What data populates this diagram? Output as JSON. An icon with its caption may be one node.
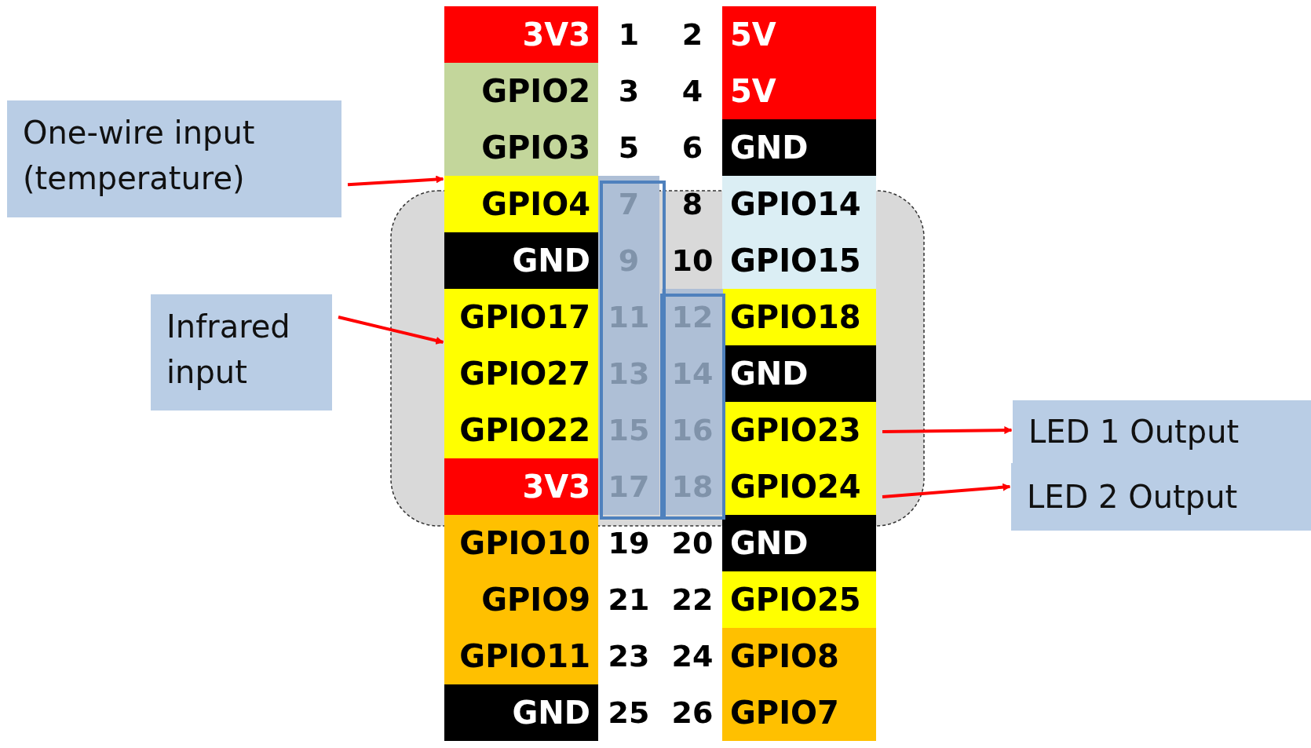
{
  "diagram": {
    "nodes": [
      {
        "text": [
          "One-wire input (temperature)"
        ]
      },
      {
        "text": [
          "Infrared input"
        ]
      },
      {
        "text": [
          "LED 1 Output"
        ]
      },
      {
        "text": [
          "LED 2 Output"
        ]
      },
      {
        "text": [
          "3V3"
        ]
      },
      {
        "text": [
          "5V"
        ]
      },
      {
        "text": [
          "GPIO2"
        ]
      },
      {
        "text": [
          "5V"
        ]
      },
      {
        "text": [
          "GPIO3"
        ]
      },
      {
        "text": [
          "GND"
        ]
      },
      {
        "text": [
          "GPIO4"
        ]
      },
      {
        "text": [
          "GPIO14"
        ]
      },
      {
        "text": [
          "GND"
        ]
      },
      {
        "text": [
          "GPIO15"
        ]
      },
      {
        "text": [
          "GPIO17"
        ]
      },
      {
        "text": [
          "GPIO18"
        ]
      },
      {
        "text": [
          "GPIO27"
        ]
      },
      {
        "text": [
          "GND"
        ]
      },
      {
        "text": [
          "GPIO22"
        ]
      },
      {
        "text": [
          "GPIO23"
        ]
      },
      {
        "text": [
          "3V3"
        ]
      },
      {
        "text": [
          "GPIO24"
        ]
      },
      {
        "text": [
          "GPIO10"
        ]
      },
      {
        "text": [
          "GND"
        ]
      },
      {
        "text": [
          "GPIO9"
        ]
      },
      {
        "text": [
          "GPIO25"
        ]
      },
      {
        "text": [
          "GPIO11"
        ]
      },
      {
        "text": [
          "GPIO8"
        ]
      },
      {
        "text": [
          "GND"
        ]
      },
      {
        "text": [
          "GPIO7"
        ]
      }
    ],
    "edges": [
      {
        "from": 0,
        "to": 10,
        "arrow": "to"
      },
      {
        "from": 1,
        "to": 14,
        "arrow": "to"
      },
      {
        "from": 19,
        "to": 2,
        "arrow": "to"
      },
      {
        "from": 21,
        "to": 3,
        "arrow": "to"
      }
    ],
    "labels": [
      "1",
      "2",
      "3",
      "4",
      "5",
      "6",
      "7",
      "8",
      "9",
      "10",
      "11",
      "12",
      "13",
      "14",
      "15",
      "16",
      "17",
      "18",
      "19",
      "20",
      "21",
      "22",
      "23",
      "24",
      "25",
      "26"
    ]
  }
}
